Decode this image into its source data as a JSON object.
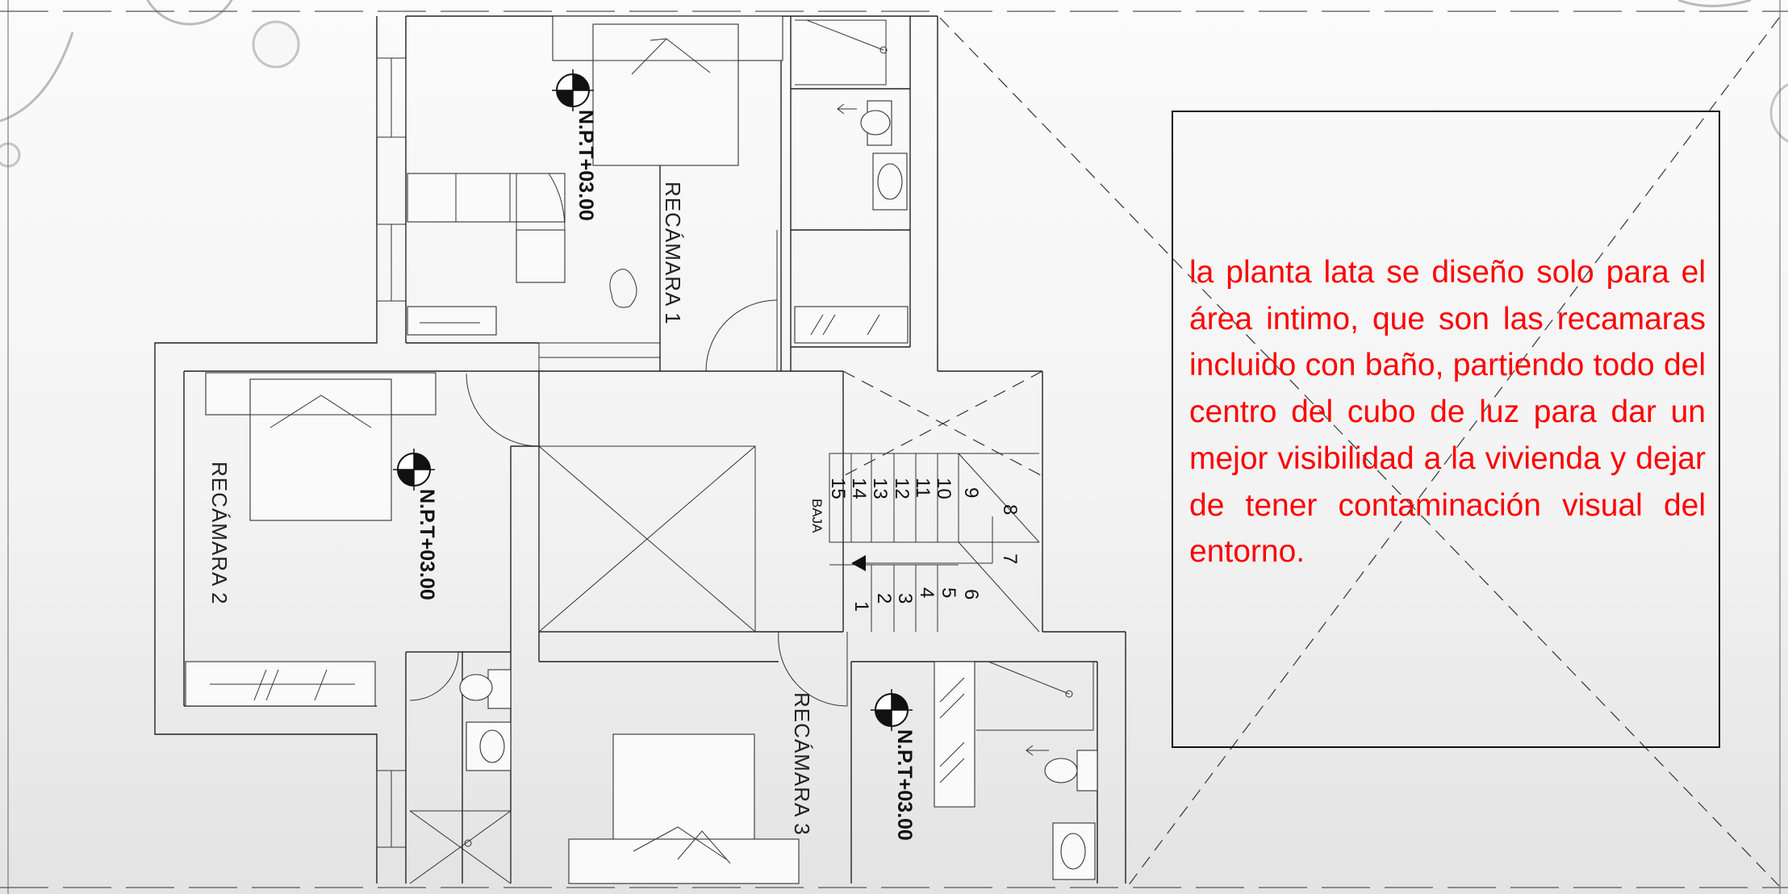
{
  "rooms": {
    "recamara_1": "RECÁMARA 1",
    "recamara_2": "RECÁMARA 2",
    "recamara_3": "RECÁMARA 3"
  },
  "level_marker": "N.P.T+03.00",
  "stairs": {
    "steps": [
      "1",
      "2",
      "3",
      "4",
      "5",
      "6",
      "7",
      "8",
      "9",
      "10",
      "11",
      "12",
      "13",
      "14",
      "15"
    ],
    "direction_label": "BAJA"
  },
  "note": {
    "text": "la planta lata se diseño solo para el área intimo, que son las recamaras incluido con baño, partiendo todo del centro del cubo de luz para dar un mejor visibilidad a la vivienda y dejar de tener contaminación visual del entorno.",
    "color": "#ff0000"
  },
  "colors": {
    "lines": "#222222",
    "background": "#f3f3f3"
  }
}
